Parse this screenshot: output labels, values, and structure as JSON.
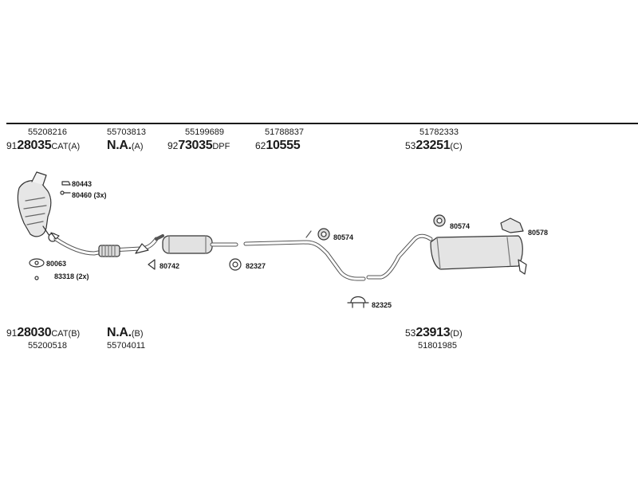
{
  "top_row": [
    {
      "oem": "55208216",
      "pre": "91",
      "main": "28035",
      "suf": "CAT(A)"
    },
    {
      "oem": "55703813",
      "pre": "",
      "main": "N.A.",
      "suf": "(A)"
    },
    {
      "oem": "55199689",
      "pre": "92",
      "main": "73035",
      "suf": "DPF"
    },
    {
      "oem": "51788837",
      "pre": "62",
      "main": "10555",
      "suf": ""
    },
    {
      "oem": "51782333",
      "pre": "53",
      "main": "23251",
      "suf": "(C)"
    }
  ],
  "bottom_row": [
    {
      "oem": "55200518",
      "pre": "91",
      "main": "28030",
      "suf": "CAT(B)"
    },
    {
      "oem": "55704011",
      "pre": "",
      "main": "N.A.",
      "suf": "(B)"
    },
    {
      "oem": "51801985",
      "pre": "53",
      "main": "23913",
      "suf": "(D)"
    }
  ],
  "callouts": {
    "c1": "80443",
    "c2": "80460 (3x)",
    "c3": "80063",
    "c4": "83318 (2x)",
    "c5": "80742",
    "c6": "82327",
    "c7": "80574",
    "c8": "82325",
    "c9": "80574",
    "c10": "80578"
  }
}
